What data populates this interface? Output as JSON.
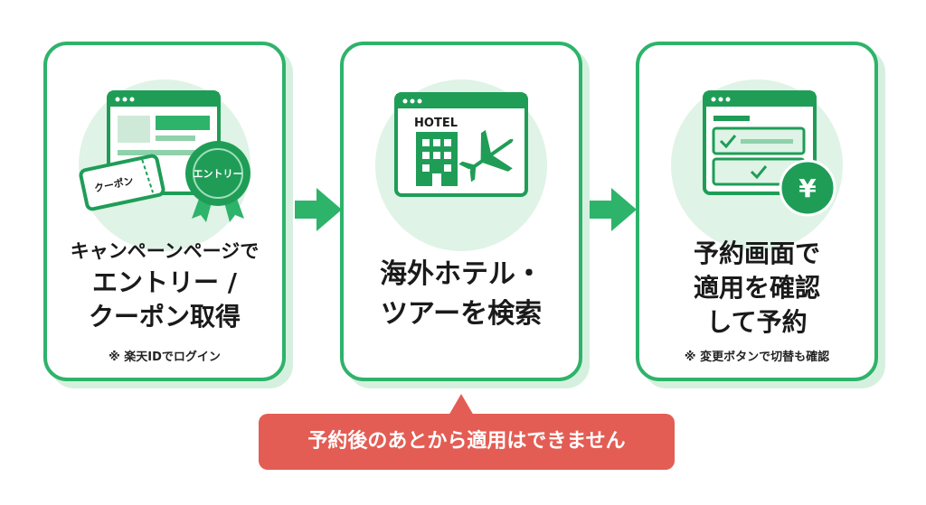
{
  "colors": {
    "accent": "#2eb36b",
    "light": "#dff3e6",
    "warning": "#e35d54"
  },
  "steps": [
    {
      "title_lines": [
        "キャンペーンページで",
        "エントリー /",
        "クーポン取得"
      ],
      "note": "※ 楽天IDでログイン",
      "coupon_label": "クーポン",
      "badge_label": "エントリー",
      "icons": [
        "browser-window-icon",
        "coupon-ticket-icon",
        "entry-badge-icon"
      ]
    },
    {
      "title_lines": [
        "海外ホテル・",
        "ツアーを検索"
      ],
      "hotel_label": "HOTEL",
      "icons": [
        "browser-window-icon",
        "hotel-building-icon",
        "airplane-icon"
      ]
    },
    {
      "title_lines": [
        "予約画面で",
        "適用を確認",
        "して予約"
      ],
      "note": "※ 変更ボタンで切替も確認",
      "yen_label": "¥",
      "icons": [
        "browser-window-icon",
        "checklist-icon",
        "yen-badge-icon"
      ]
    }
  ],
  "warning": "予約後のあとから適用はできません"
}
